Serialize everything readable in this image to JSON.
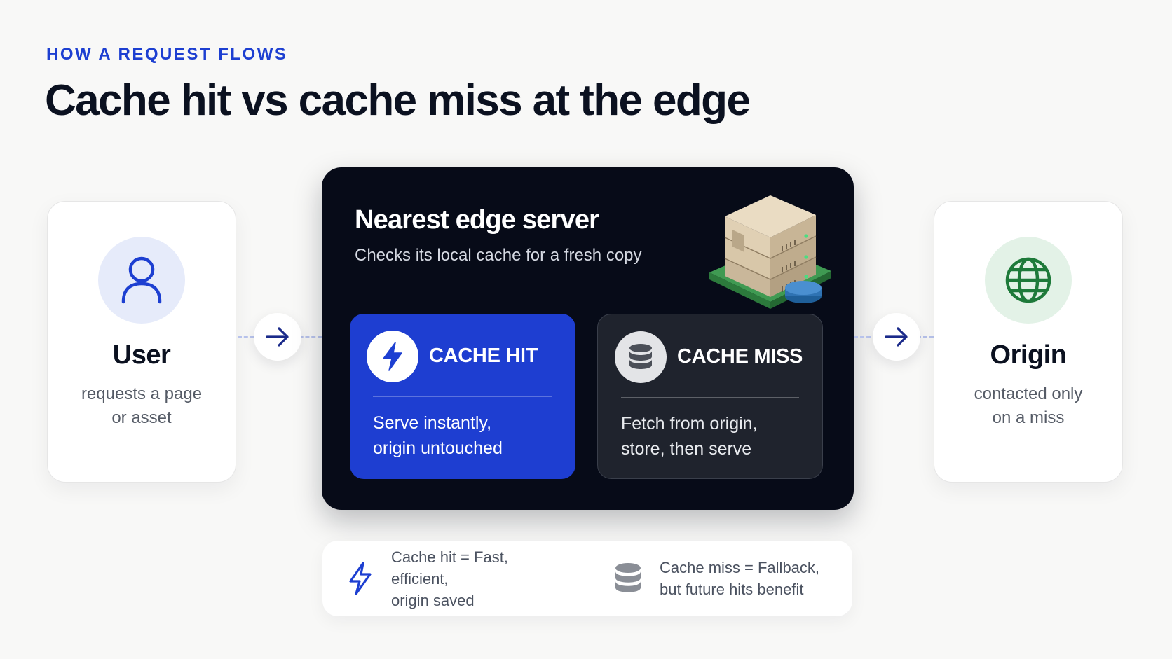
{
  "header": {
    "eyebrow": "HOW A REQUEST FLOWS",
    "title": "Cache hit vs cache miss at the edge"
  },
  "user": {
    "icon": "user-icon",
    "title": "User",
    "desc_line1": "requests a page",
    "desc_line2": "or asset"
  },
  "edge": {
    "title": "Nearest edge server",
    "subtitle": "Checks its local cache for a fresh copy",
    "hit": {
      "icon": "lightning-icon",
      "label": "CACHE HIT",
      "desc_line1": "Serve instantly,",
      "desc_line2": "origin untouched"
    },
    "miss": {
      "icon": "database-icon",
      "label": "CACHE MISS",
      "desc_line1": "Fetch from origin,",
      "desc_line2": "store, then serve"
    }
  },
  "origin": {
    "icon": "globe-icon",
    "title": "Origin",
    "desc_line1": "contacted only",
    "desc_line2": "on a miss"
  },
  "legend": {
    "hit_line1": "Cache hit = Fast, efficient,",
    "hit_line2": "origin saved",
    "miss_line1": "Cache miss = Fallback,",
    "miss_line2": "but future hits benefit"
  },
  "colors": {
    "accent": "#1d3fd1",
    "panel": "#070b18",
    "hit_card": "#1e3ed1",
    "miss_card": "#1f232d",
    "origin_green": "#1e7a3a"
  }
}
